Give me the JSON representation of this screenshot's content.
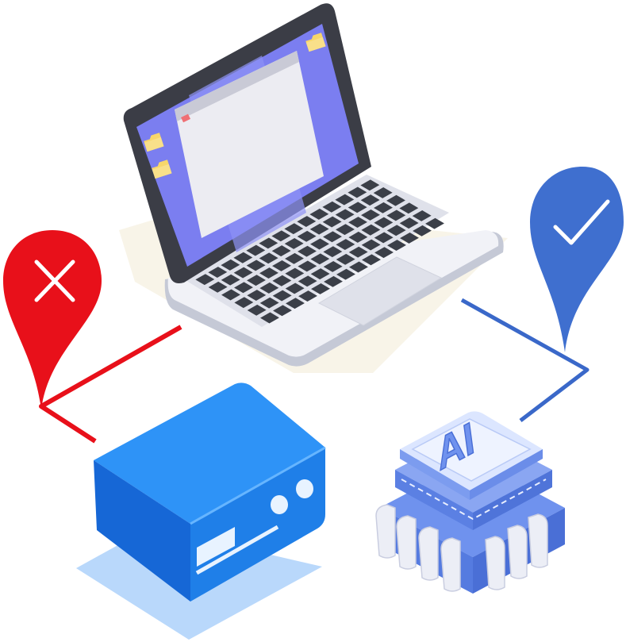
{
  "scene": {
    "chip": {
      "label": "AI"
    },
    "pins": {
      "fail": {
        "icon": "close-icon",
        "color": "#e8101a",
        "status": "fail"
      },
      "success": {
        "icon": "check-icon",
        "color": "#3f6fcf",
        "status": "success"
      }
    },
    "colors": {
      "screen_bg": "#7b7ef0",
      "server_blue": "#1f7fe8",
      "server_shadow": "#b9d8fb",
      "chip_blue": "#6f92ee",
      "fail_line": "#e8101a",
      "success_line": "#3a68c9",
      "keyboard_key": "#3b3f48",
      "folder_yellow": "#f7d66a"
    }
  }
}
